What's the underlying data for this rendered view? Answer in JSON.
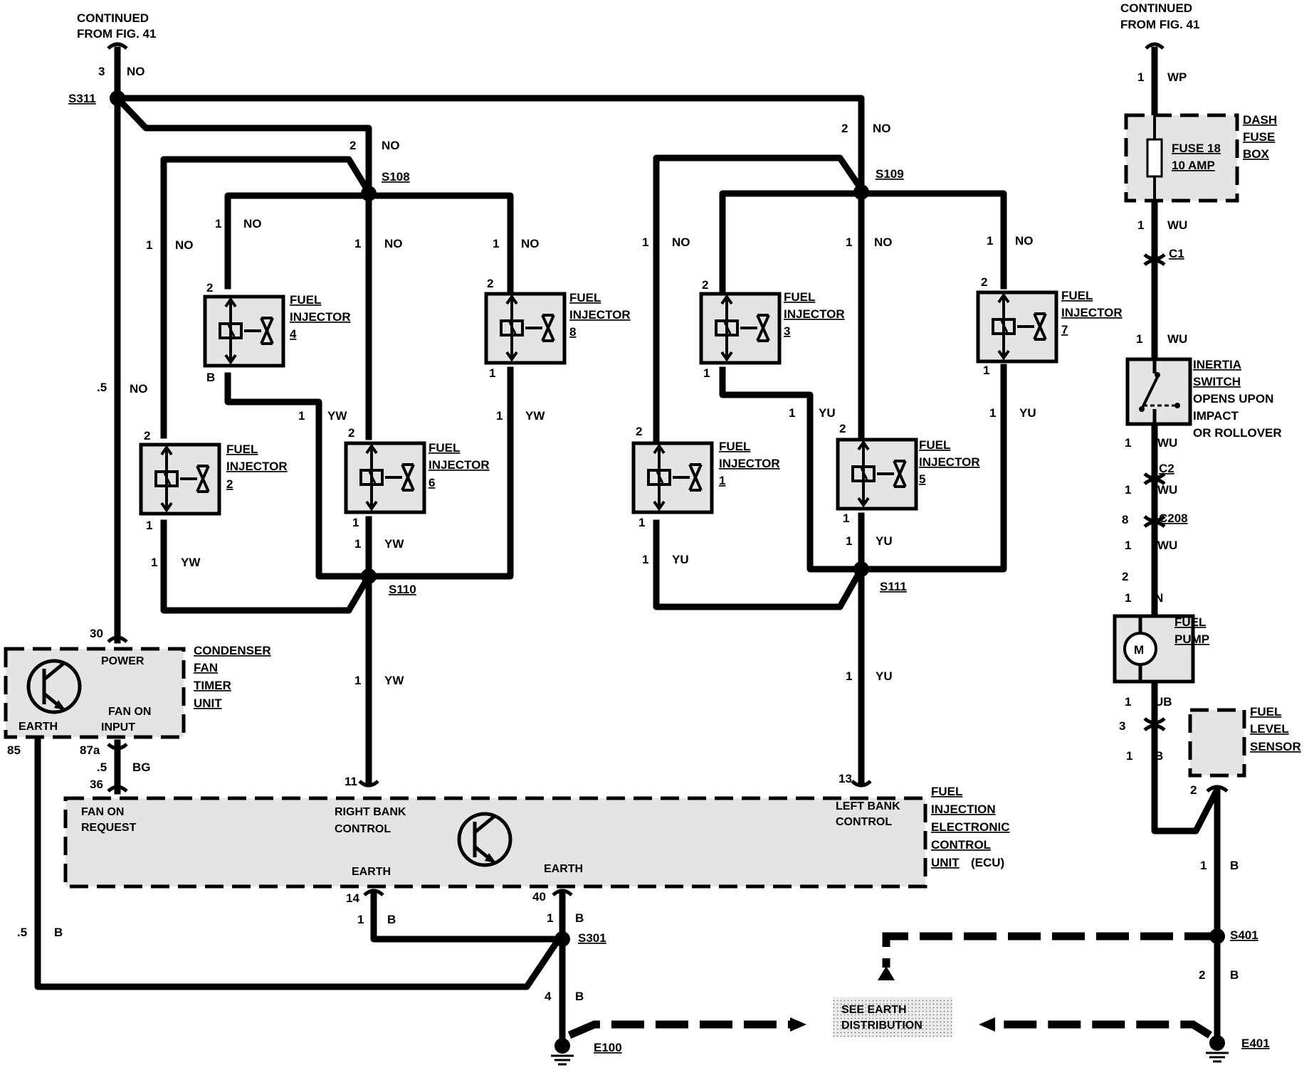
{
  "header": {
    "left_continued": [
      "CONTINUED",
      "FROM FIG. 41"
    ],
    "right_continued": [
      "CONTINUED",
      "FROM FIG. 41"
    ]
  },
  "splices": {
    "s311": "S311",
    "s108": "S108",
    "s109": "S109",
    "s110": "S110",
    "s111": "S111",
    "s301": "S301",
    "s401": "S401"
  },
  "injectors": {
    "label_line1": "FUEL",
    "label_line2": "INJECTOR",
    "numbers": {
      "inj1": "1",
      "inj2": "2",
      "inj3": "3",
      "inj4": "4",
      "inj5": "5",
      "inj6": "6",
      "inj7": "7",
      "inj8": "8"
    }
  },
  "dash_fuse_box": {
    "title": [
      "DASH",
      "FUSE",
      "BOX"
    ],
    "fuse": [
      "FUSE 18",
      "10 AMP"
    ]
  },
  "inertia_switch": {
    "title": [
      "INERTIA",
      "SWITCH"
    ],
    "note": [
      "OPENS UPON",
      "IMPACT",
      "OR ROLLOVER"
    ]
  },
  "fuel_pump": {
    "title": [
      "FUEL",
      "PUMP"
    ],
    "motor": "M"
  },
  "fuel_level_sensor": {
    "title": [
      "FUEL",
      "LEVEL",
      "SENSOR"
    ]
  },
  "condenser": {
    "title": [
      "CONDENSER",
      "FAN",
      "TIMER",
      "UNIT"
    ],
    "power": "POWER",
    "earth": "EARTH",
    "fan_on_input": [
      "FAN ON",
      "INPUT"
    ]
  },
  "ecu": {
    "title": [
      "FUEL",
      "INJECTION",
      "ELECTRONIC",
      "CONTROL"
    ],
    "title_last": "UNIT",
    "title_suffix": "(ECU)",
    "fan_on_request": [
      "FAN ON",
      "REQUEST"
    ],
    "right_bank": [
      "RIGHT BANK",
      "CONTROL"
    ],
    "left_bank": [
      "LEFT BANK",
      "CONTROL"
    ],
    "earth1": "EARTH",
    "earth2": "EARTH"
  },
  "earth_distribution": [
    "SEE EARTH",
    "DISTRIBUTION"
  ],
  "connectors": {
    "c1": "C1",
    "c2": "C2",
    "c208": "C208"
  },
  "grounds": {
    "e100": "E100",
    "e401": "E401"
  },
  "colors": {
    "NO": "NO",
    "YW": "YW",
    "YU": "YU",
    "WP": "WP",
    "WU": "WU",
    "N": "N",
    "UB": "UB",
    "B": "B",
    "BG": "BG"
  },
  "gauges": {
    "g1": "1",
    "g2": "2",
    "g3": "3",
    "g4": "4",
    "g05": ".5"
  },
  "pins": {
    "p1": "1",
    "p2": "2",
    "p3": "3",
    "p8": "8",
    "pB": "B",
    "p11": "11",
    "p13": "13",
    "p14": "14",
    "p30": "30",
    "p36": "36",
    "p40": "40",
    "p85": "85",
    "p87a": "87a"
  }
}
